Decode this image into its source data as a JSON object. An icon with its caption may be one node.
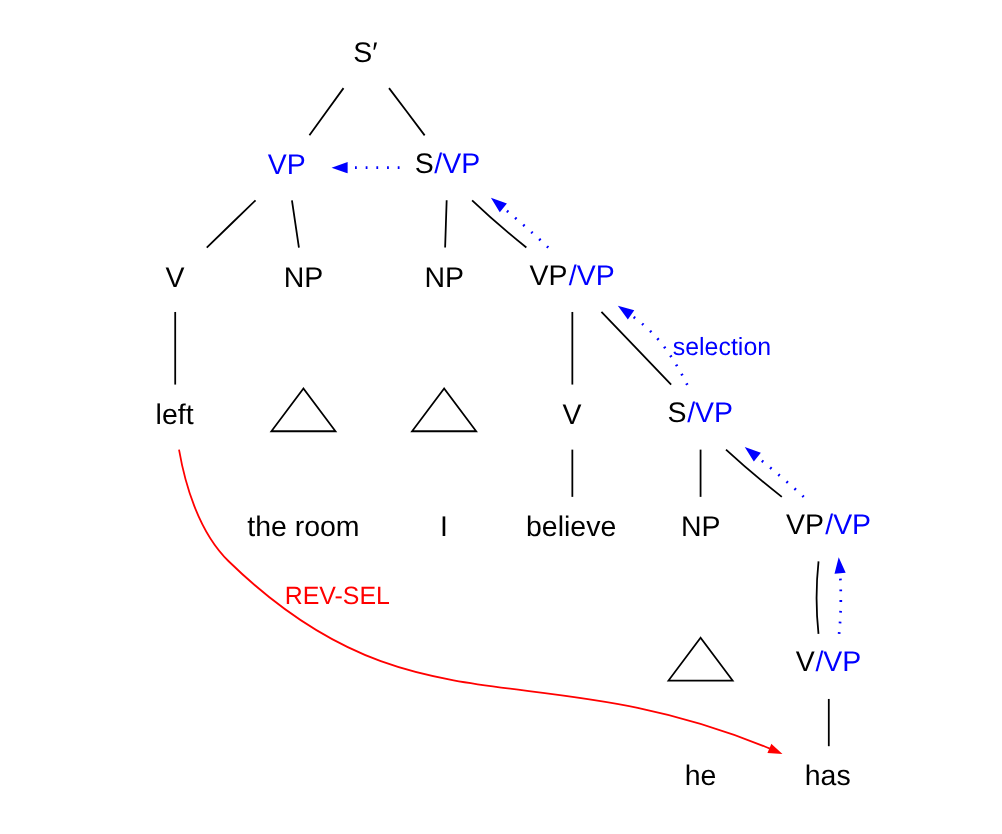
{
  "diagram": {
    "nodes": [
      {
        "text": [
          "S′"
        ]
      },
      {
        "text": [
          "VP"
        ]
      },
      {
        "text": [
          "S/VP"
        ]
      },
      {
        "text": [
          "V"
        ]
      },
      {
        "text": [
          "NP"
        ]
      },
      {
        "text": [
          "NP"
        ]
      },
      {
        "text": [
          "VP/VP"
        ]
      },
      {
        "text": [
          "left"
        ]
      },
      {
        "text": [],
        "shape": "triangle",
        "beside": [
          "the room"
        ]
      },
      {
        "text": [],
        "shape": "triangle",
        "beside": [
          "I"
        ]
      },
      {
        "text": [
          "V"
        ]
      },
      {
        "text": [
          "S/VP"
        ]
      },
      {
        "text": [
          "believe"
        ]
      },
      {
        "text": [
          "NP"
        ]
      },
      {
        "text": [
          "VP/VP"
        ]
      },
      {
        "text": [],
        "shape": "triangle",
        "beside": [
          "he"
        ]
      },
      {
        "text": [
          "V/VP"
        ]
      },
      {
        "text": [
          "has"
        ]
      }
    ],
    "edges": [
      {
        "from": 0,
        "to": 1,
        "arrow": "none"
      },
      {
        "from": 0,
        "to": 2,
        "arrow": "none"
      },
      {
        "from": 1,
        "to": 3,
        "arrow": "none"
      },
      {
        "from": 1,
        "to": 4,
        "arrow": "none"
      },
      {
        "from": 2,
        "to": 5,
        "arrow": "none"
      },
      {
        "from": 2,
        "to": 6,
        "arrow": "none"
      },
      {
        "from": 3,
        "to": 7,
        "arrow": "none"
      },
      {
        "from": 6,
        "to": 10,
        "arrow": "none"
      },
      {
        "from": 6,
        "to": 11,
        "arrow": "none"
      },
      {
        "from": 10,
        "to": 12,
        "arrow": "none"
      },
      {
        "from": 11,
        "to": 13,
        "arrow": "none"
      },
      {
        "from": 11,
        "to": 14,
        "arrow": "none"
      },
      {
        "from": 14,
        "to": 16,
        "arrow": "none"
      },
      {
        "from": 16,
        "to": 17,
        "arrow": "none"
      },
      {
        "from": 2,
        "to": 1,
        "arrow": "to",
        "style": "dashed",
        "color": "#0000ff"
      },
      {
        "from": 6,
        "to": 2,
        "arrow": "to",
        "style": "dashed",
        "color": "#0000ff"
      },
      {
        "from": 11,
        "to": 6,
        "arrow": "to",
        "style": "dashed",
        "color": "#0000ff",
        "label": "selection"
      },
      {
        "from": 14,
        "to": 11,
        "arrow": "to",
        "style": "dashed",
        "color": "#0000ff"
      },
      {
        "from": 16,
        "to": 14,
        "arrow": "to",
        "style": "dashed",
        "color": "#0000ff"
      },
      {
        "from": 7,
        "to": 17,
        "arrow": "to",
        "color": "#ff0000",
        "label": "REV-SEL"
      }
    ]
  }
}
